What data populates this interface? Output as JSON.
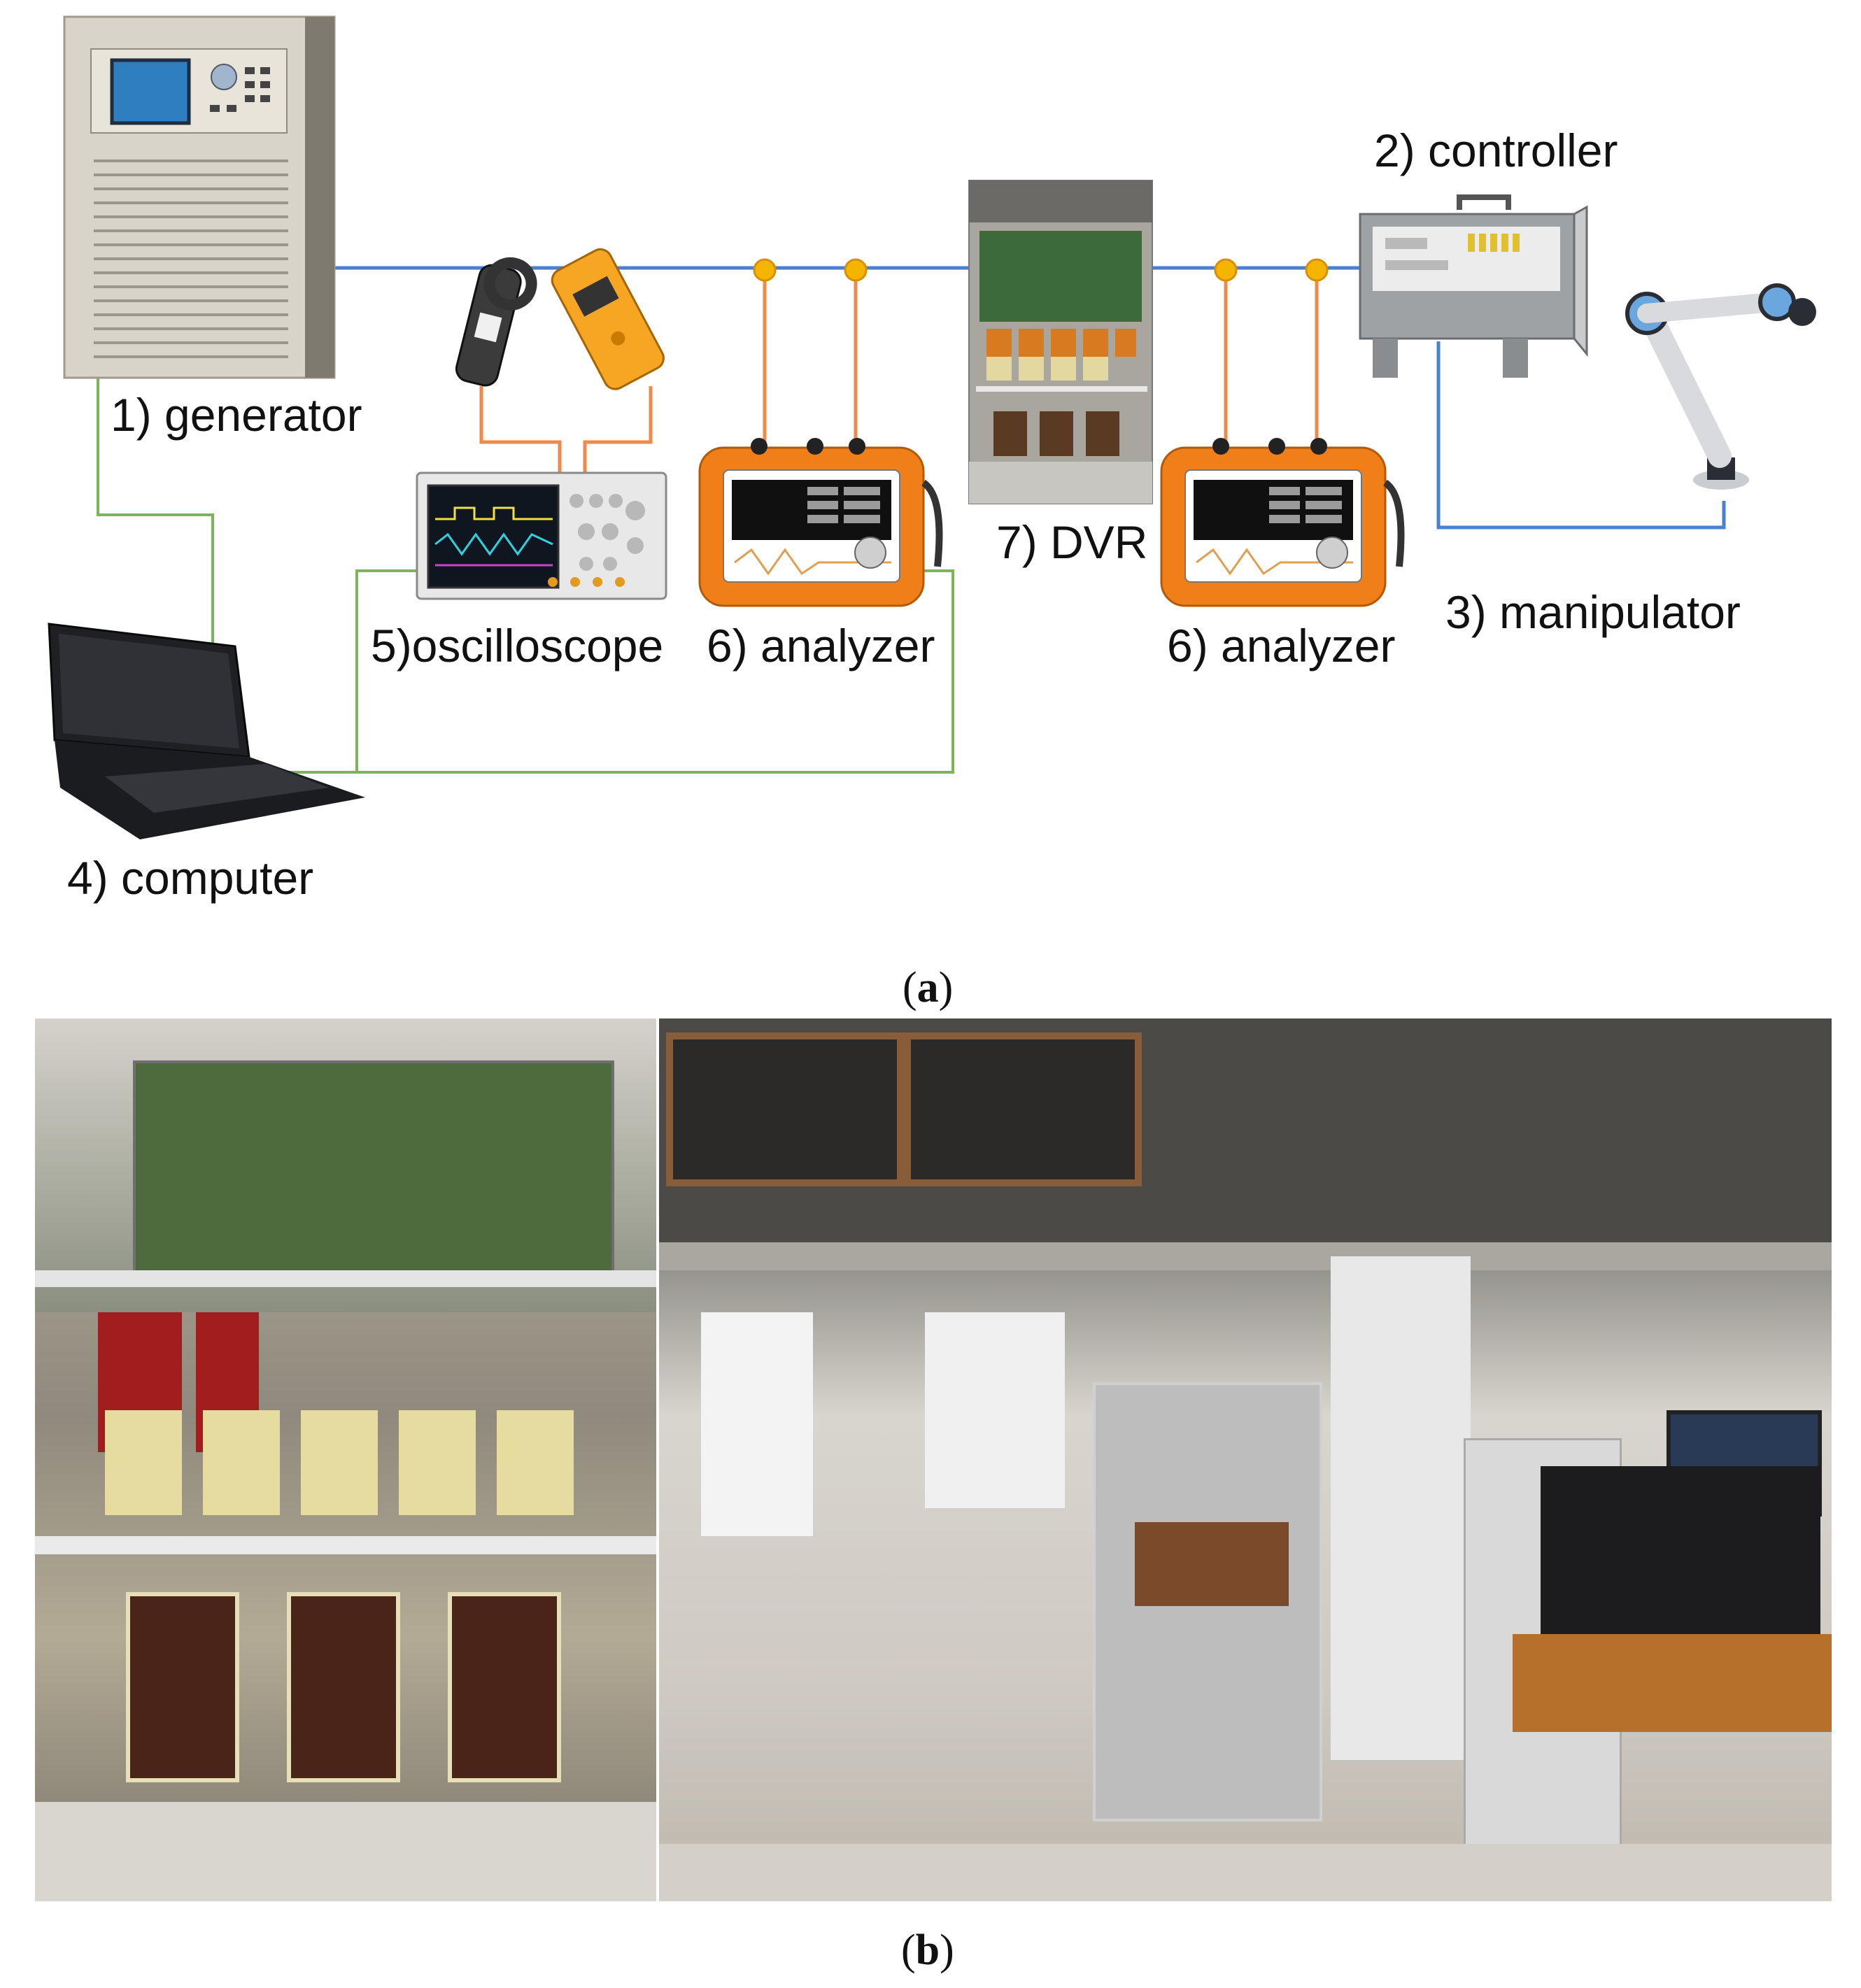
{
  "diagram": {
    "labels": {
      "generator": "1) generator",
      "controller": "2) controller",
      "manipulator": "3) manipulator",
      "computer": "4) computer",
      "oscilloscope": "5)oscilloscope",
      "analyzer_left": "6) analyzer",
      "dvr": "7) DVR",
      "analyzer_right": "6) analyzer"
    },
    "colors": {
      "power_line": "#4a7fd4",
      "measurement_line": "#ef8a4a",
      "data_line": "#7ab656",
      "junction": "#f5b400",
      "analyzer_body": "#f07f1a"
    }
  },
  "captions": {
    "a": "a",
    "b": "b"
  }
}
